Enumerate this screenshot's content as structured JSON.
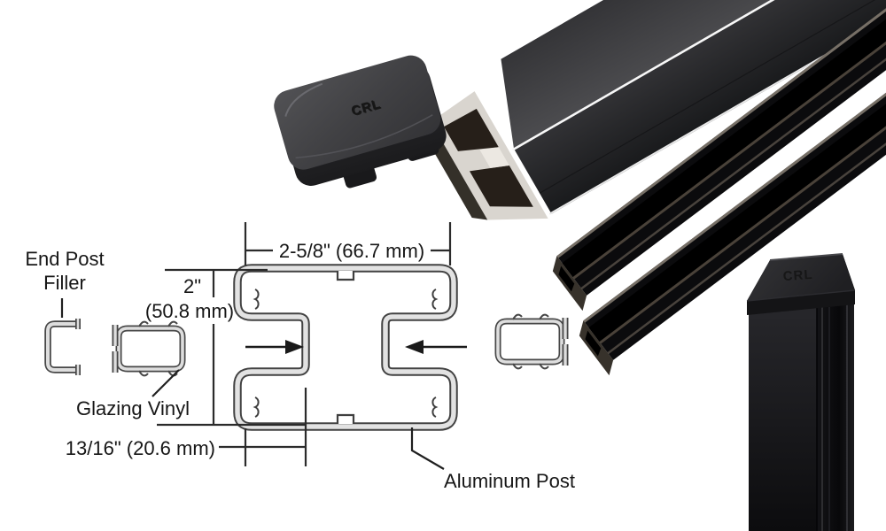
{
  "diagram": {
    "labels": {
      "end_post_filler_line1": "End Post",
      "end_post_filler_line2": "Filler",
      "glazing_vinyl": "Glazing Vinyl",
      "aluminum_post": "Aluminum Post"
    },
    "dimensions": {
      "width_label": "2-5/8\" (66.7 mm)",
      "height_label_inches": "2\"",
      "height_label_mm": "(50.8 mm)",
      "pocket_depth_label": "13/16\" (20.6 mm)"
    }
  },
  "branding": {
    "logo_text": "CRL"
  },
  "colors": {
    "background": "#ffffff",
    "drawing_line": "#3f3f3f",
    "profile_core": "#e2e2e2",
    "text": "#161616",
    "product_dark": "#1a1a1c",
    "vinyl_black": "#0b0b0d",
    "highlight": "#fafafa"
  }
}
